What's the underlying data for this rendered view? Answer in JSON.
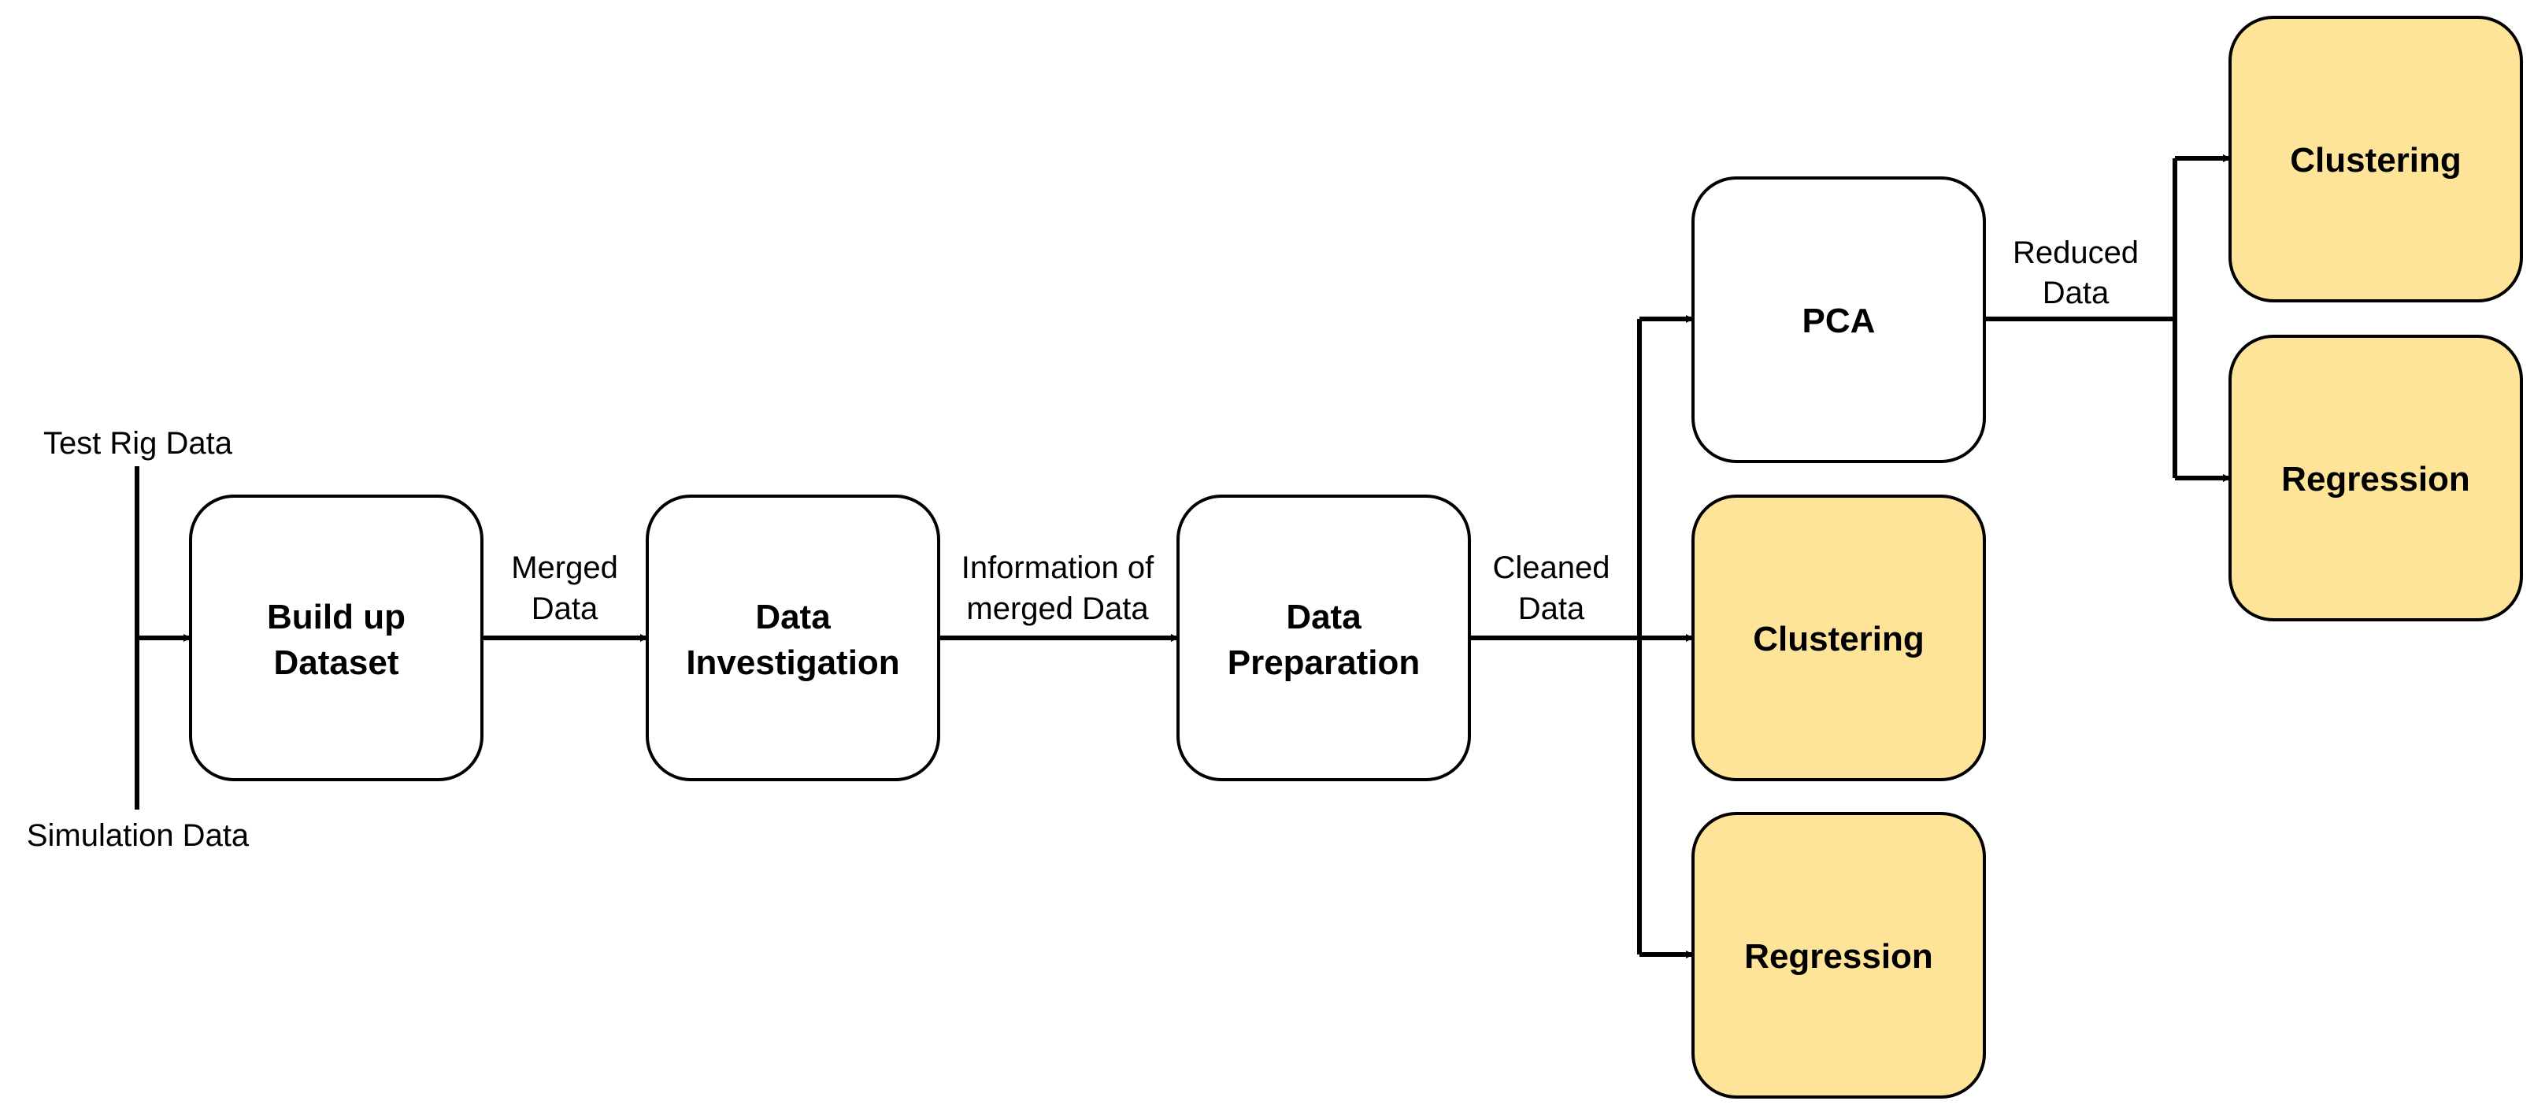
{
  "inputs": {
    "top": "Test Rig Data",
    "bottom": "Simulation Data"
  },
  "boxes": {
    "build_up_dataset": [
      "Build up",
      "Dataset"
    ],
    "data_investigation": [
      "Data",
      "Investigation"
    ],
    "data_preparation": [
      "Data",
      "Preparation"
    ],
    "pca": [
      "PCA"
    ],
    "clustering_main": [
      "Clustering"
    ],
    "regression_main": [
      "Regression"
    ],
    "clustering_reduced": [
      "Clustering"
    ],
    "regression_reduced": [
      "Regression"
    ]
  },
  "edge_labels": {
    "merged_data": [
      "Merged",
      "Data"
    ],
    "information_merged": [
      "Information of",
      "merged Data"
    ],
    "cleaned_data": [
      "Cleaned",
      "Data"
    ],
    "reduced_data": [
      "Reduced",
      "Data"
    ]
  },
  "colors": {
    "process_fill": "#ffffff",
    "method_fill": "#fde498",
    "stroke": "#000000"
  }
}
